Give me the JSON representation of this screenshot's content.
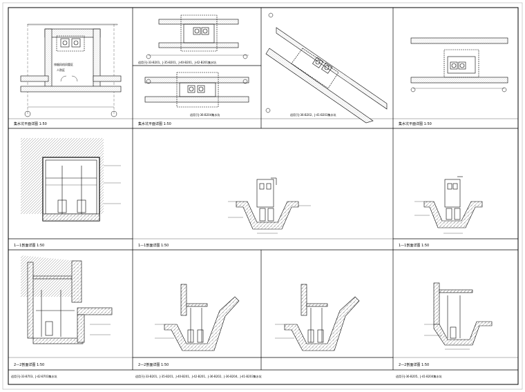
{
  "titles": {
    "p1": "集水坑平面详图  1:50",
    "p2": "集水坑平面详图  1:50",
    "p2_note_a": "适用于J-33-B201、J-35-B201、J-40-B201、J-42-B201集水坑",
    "p2_note_b": "适用于J-36-B204集水坑",
    "p3_note": "适用于J-36-B202、J-41-B203集水坑",
    "p4": "集水坑平面详图  1:50",
    "s1": "1—1剖面详图  1:50",
    "s2": "1—1剖面详图  1:50",
    "s3": "1—1剖面详图  1:50",
    "s4": "2—2剖面详图  1:50",
    "s5": "2—2剖面详图  1:50",
    "s6": "2—2剖面详图  1:50",
    "foot1": "适用于J-33-B703、J-42-B703集水坑",
    "foot2": "适用于J-33-B201、J-35-B201、J-40-B201、J-42-B201、J-36-B202、J-36-B204、J-41-B203集水坑",
    "foot3": "适用于J-36-B205、J-41-B204集水坑",
    "p1_room": "排烟风机风管区",
    "p1_room2": "人防区"
  },
  "colors": {
    "line": "#000000",
    "hatch": "#777777"
  }
}
